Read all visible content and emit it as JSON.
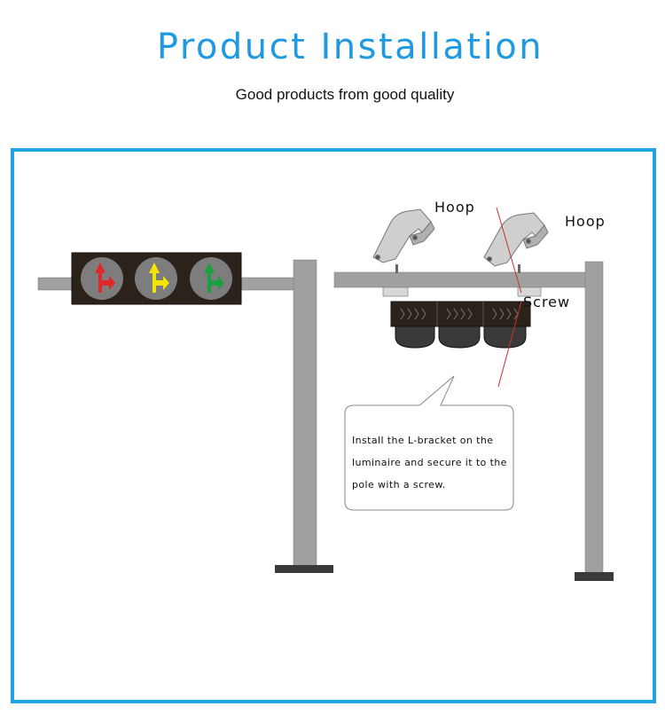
{
  "header": {
    "title": "Product Installation",
    "subtitle": "Good products from good quality"
  },
  "labels": {
    "hoop_left": "Hoop",
    "hoop_right": "Hoop",
    "screw": "Screw"
  },
  "callout": {
    "text": "Install the L-bracket on the luminaire and secure it to the pole with a screw."
  },
  "colors": {
    "accent": "#1f9ae0",
    "pole": "#a0a0a0",
    "light_housing": "#2b221c",
    "signal_red": "#e02828",
    "signal_yellow": "#f2e600",
    "signal_green": "#1aa040",
    "pointer_line": "#d03030"
  },
  "icons": {
    "signal_arrow": "straight-and-right-turn-arrow"
  }
}
